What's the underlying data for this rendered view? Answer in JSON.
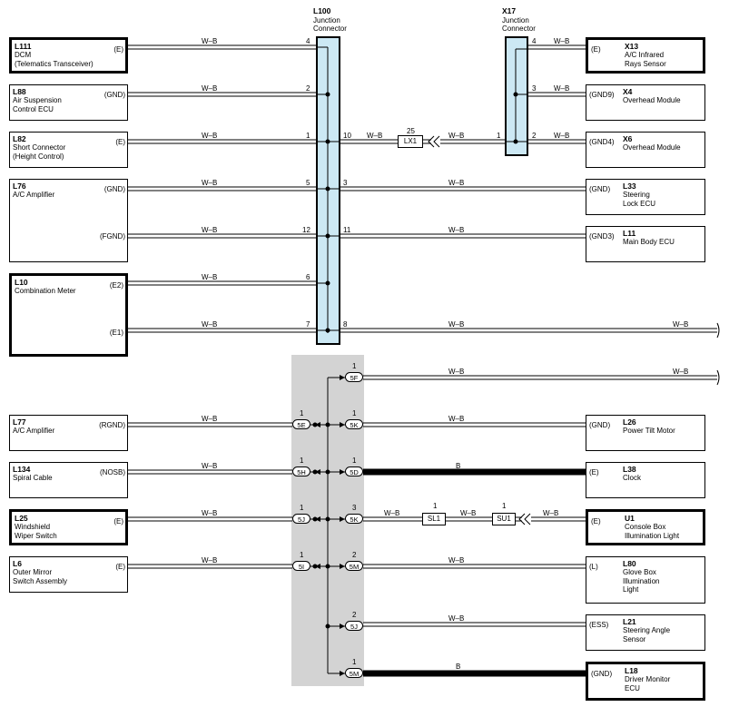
{
  "connectors": {
    "l100": {
      "code": "L100",
      "name": "Junction\nConnector"
    },
    "x17": {
      "code": "X17",
      "name": "Junction\nConnector"
    }
  },
  "left_components": [
    {
      "code": "L111",
      "name": "DCM\n(Telematics Transceiver)",
      "terms": [
        "(E)"
      ]
    },
    {
      "code": "L88",
      "name": "Air Suspension\nControl ECU",
      "terms": [
        "(GND)"
      ]
    },
    {
      "code": "L82",
      "name": "Short Connector\n(Height Control)",
      "terms": [
        "(E)"
      ]
    },
    {
      "code": "L76",
      "name": "A/C Amplifier",
      "terms": [
        "(GND)",
        "(FGND)"
      ]
    },
    {
      "code": "L10",
      "name": "Combination Meter",
      "terms": [
        "(E2)",
        "(E1)"
      ]
    },
    {
      "code": "L77",
      "name": "A/C Amplifier",
      "terms": [
        "(RGND)"
      ]
    },
    {
      "code": "L134",
      "name": "Spiral Cable",
      "terms": [
        "(NOSB)"
      ]
    },
    {
      "code": "L25",
      "name": "Windshield\nWiper Switch",
      "terms": [
        "(E)"
      ]
    },
    {
      "code": "L6",
      "name": "Outer Mirror\nSwitch Assembly",
      "terms": [
        "(E)"
      ]
    }
  ],
  "right_components": [
    {
      "code": "X13",
      "name": "A/C Infrared\nRays Sensor",
      "term": "(E)"
    },
    {
      "code": "X4",
      "name": "Overhead Module",
      "term": "(GND9)"
    },
    {
      "code": "X6",
      "name": "Overhead Module",
      "term": "(GND4)"
    },
    {
      "code": "L33",
      "name": "Steering\nLock ECU",
      "term": "(GND)"
    },
    {
      "code": "L11",
      "name": "Main Body ECU",
      "term": "(GND3)"
    },
    {
      "code": "L26",
      "name": "Power Tilt Motor",
      "term": "(GND)"
    },
    {
      "code": "L38",
      "name": "Clock",
      "term": "(E)"
    },
    {
      "code": "U1",
      "name": "Console Box\nIllumination Light",
      "term": "(E)"
    },
    {
      "code": "L80",
      "name": "Glove Box\nIllumination\nLight",
      "term": "(L)"
    },
    {
      "code": "L21",
      "name": "Steering Angle\nSensor",
      "term": "(ESS)"
    },
    {
      "code": "L18",
      "name": "Driver Monitor\nECU",
      "term": "(GND)"
    }
  ],
  "wire_color": "W–B",
  "wire_color_black": "B",
  "l100_pins_left": [
    "4",
    "2",
    "1",
    "5",
    "12",
    "6",
    "7"
  ],
  "l100_pins_right": [
    "10",
    "3",
    "11",
    "8"
  ],
  "x17_pins_left": [
    "1"
  ],
  "x17_pins_right": [
    "4",
    "3",
    "2"
  ],
  "lx1": {
    "label": "LX1",
    "pin": "25"
  },
  "sl1": {
    "label": "SL1",
    "pin": "1"
  },
  "su1": {
    "label": "SU1",
    "pin": "1"
  },
  "inner_pills": [
    {
      "label": "5E",
      "pin": "1"
    },
    {
      "label": "5H",
      "pin": "1"
    },
    {
      "label": "5J",
      "pin": "1"
    },
    {
      "label": "5I",
      "pin": "1"
    }
  ],
  "outer_pills": [
    {
      "label": "5F",
      "pin": "1"
    },
    {
      "label": "5K",
      "pin": "1"
    },
    {
      "label": "5D",
      "pin": "1"
    },
    {
      "label": "5K",
      "pin": "3"
    },
    {
      "label": "5M",
      "pin": "2"
    },
    {
      "label": "5J",
      "pin": "2"
    },
    {
      "label": "5M",
      "pin": "1"
    }
  ],
  "colors": {
    "connector_fill": "#cce8f4",
    "splice_fill": "#d3d3d3",
    "wire": "#000000"
  }
}
